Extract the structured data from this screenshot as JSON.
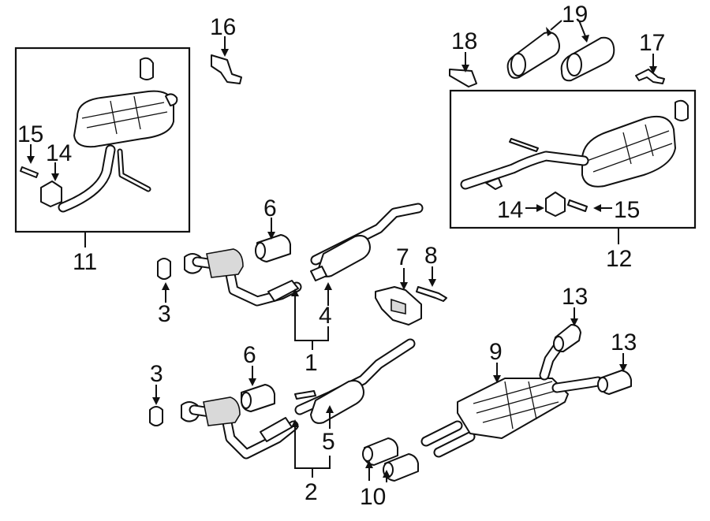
{
  "diagram": {
    "callouts": {
      "c1": "1",
      "c2": "2",
      "c3a": "3",
      "c3b": "3",
      "c4": "4",
      "c5": "5",
      "c6a": "6",
      "c6b": "6",
      "c7": "7",
      "c8": "8",
      "c9": "9",
      "c10": "10",
      "c11": "11",
      "c12": "12",
      "c13a": "13",
      "c13b": "13",
      "c14a": "14",
      "c14b": "14",
      "c15a": "15",
      "c15b": "15",
      "c16": "16",
      "c17": "17",
      "c18": "18",
      "c19": "19"
    }
  }
}
